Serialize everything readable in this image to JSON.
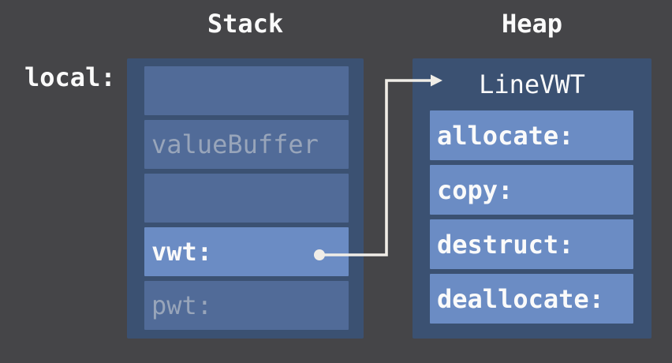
{
  "headers": {
    "stack": "Stack",
    "heap": "Heap"
  },
  "local_label": "local:",
  "stack": {
    "cells": [
      {
        "label": "",
        "style": "plain"
      },
      {
        "label": "valueBuffer",
        "style": "muted"
      },
      {
        "label": "",
        "style": "plain"
      },
      {
        "label": "vwt:",
        "style": "highlight"
      },
      {
        "label": "pwt:",
        "style": "muted"
      }
    ]
  },
  "heap": {
    "title": "LineVWT",
    "cells": [
      {
        "label": "allocate:"
      },
      {
        "label": "copy:"
      },
      {
        "label": "destruct:"
      },
      {
        "label": "deallocate:"
      }
    ]
  },
  "pointer": {
    "from": "vwt:",
    "to": "LineVWT"
  },
  "colors": {
    "background": "#454548",
    "panel": "#3b5172",
    "cell": "#516b98",
    "cell_highlight": "#6b8cc4",
    "text_primary": "#fafafa",
    "text_muted": "#98a5ba",
    "connector": "#f0ede7"
  }
}
